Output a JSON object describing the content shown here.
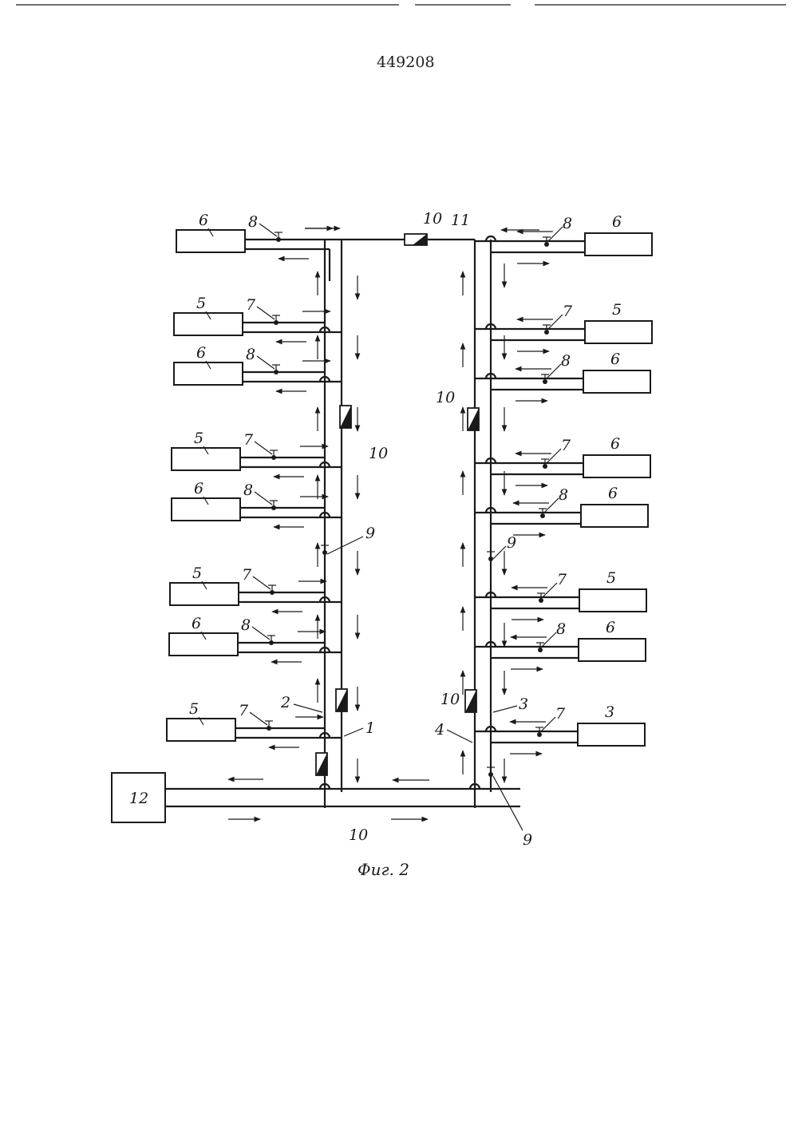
{
  "document_number": "449208",
  "figure_caption": "Фиг. 2",
  "labels": {
    "main_unit": "12",
    "pipe_1": "1",
    "pipe_2": "2",
    "pipe_3": "3",
    "pipe_4": "4",
    "bridge": "11",
    "valve_7": "7",
    "valve_8": "8",
    "valve_9": "9",
    "device_10": "10"
  },
  "left_units": [
    "6",
    "5",
    "6",
    "5",
    "6",
    "5",
    "6",
    "5"
  ],
  "right_units": [
    "6",
    "5",
    "6",
    "6",
    "6",
    "5",
    "6",
    "3"
  ],
  "left_valves": [
    "8",
    "7",
    "8",
    "7",
    "8",
    "7",
    "8",
    "7"
  ],
  "right_valves": [
    "8",
    "7",
    "8",
    "7",
    "8",
    "7",
    "8",
    "7"
  ]
}
